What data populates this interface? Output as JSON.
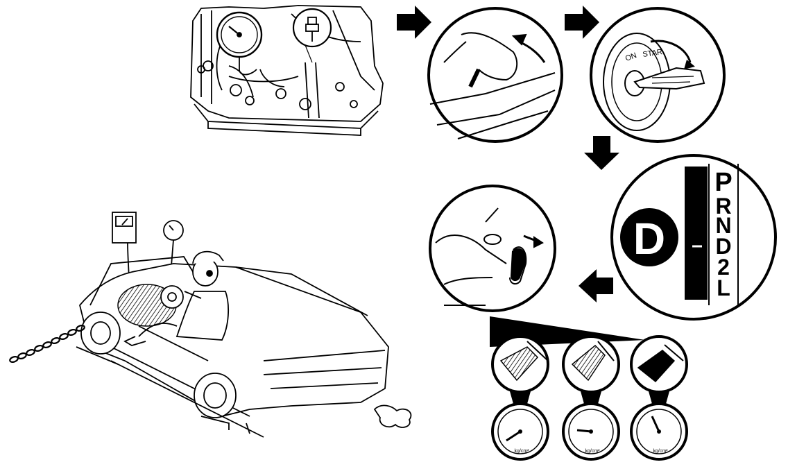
{
  "ignition": {
    "on_label": "ON",
    "start_label": "STAR"
  },
  "shift_badge": {
    "letter": "D"
  },
  "shift_gate": {
    "positions": [
      "P",
      "R",
      "N",
      "D",
      "2",
      "L"
    ]
  },
  "gauge_unit": "kg/cm²",
  "colors": {
    "ink": "#000000",
    "paper": "#ffffff"
  }
}
